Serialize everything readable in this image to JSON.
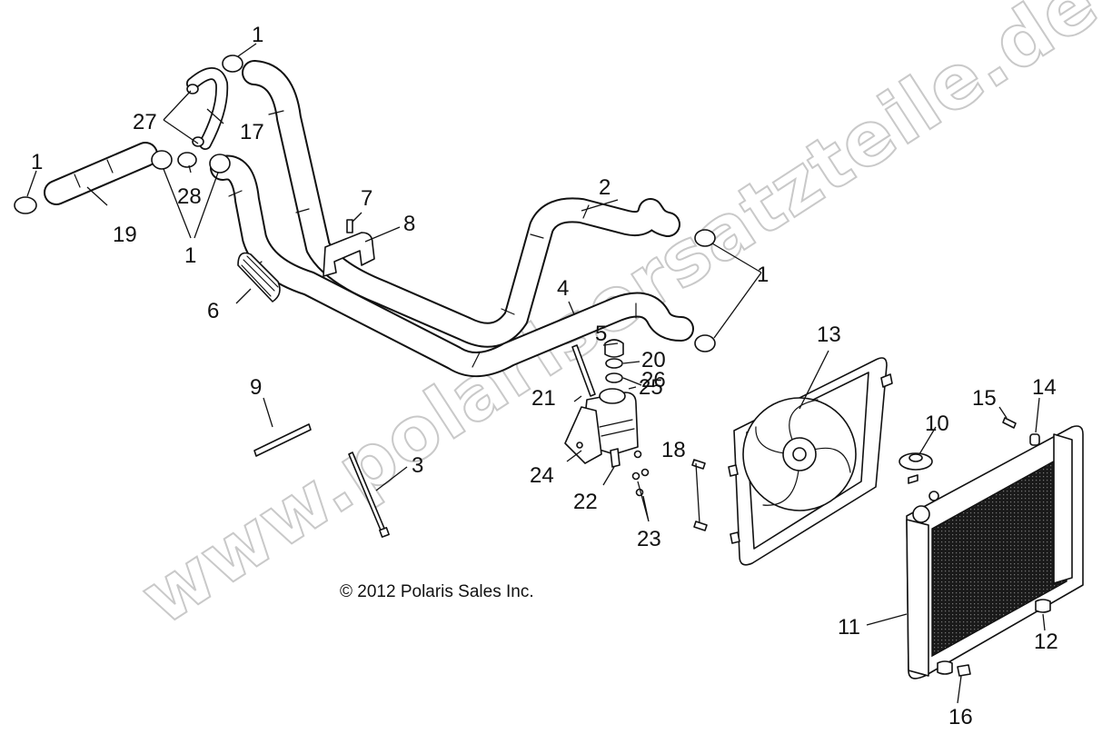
{
  "callouts": [
    {
      "id": "c1a",
      "text": "1"
    },
    {
      "id": "c1b",
      "text": "1"
    },
    {
      "id": "c1c",
      "text": "1"
    },
    {
      "id": "c1d",
      "text": "1"
    },
    {
      "id": "c2",
      "text": "2"
    },
    {
      "id": "c3",
      "text": "3"
    },
    {
      "id": "c4",
      "text": "4"
    },
    {
      "id": "c5",
      "text": "5"
    },
    {
      "id": "c6",
      "text": "6"
    },
    {
      "id": "c7",
      "text": "7"
    },
    {
      "id": "c8",
      "text": "8"
    },
    {
      "id": "c9",
      "text": "9"
    },
    {
      "id": "c10",
      "text": "10"
    },
    {
      "id": "c11",
      "text": "11"
    },
    {
      "id": "c12",
      "text": "12"
    },
    {
      "id": "c13",
      "text": "13"
    },
    {
      "id": "c14",
      "text": "14"
    },
    {
      "id": "c15",
      "text": "15"
    },
    {
      "id": "c16",
      "text": "16"
    },
    {
      "id": "c17",
      "text": "17"
    },
    {
      "id": "c18",
      "text": "18"
    },
    {
      "id": "c19",
      "text": "19"
    },
    {
      "id": "c20",
      "text": "20"
    },
    {
      "id": "c21",
      "text": "21"
    },
    {
      "id": "c22",
      "text": "22"
    },
    {
      "id": "c23",
      "text": "23"
    },
    {
      "id": "c24",
      "text": "24"
    },
    {
      "id": "c25",
      "text": "25"
    },
    {
      "id": "c26",
      "text": "26"
    },
    {
      "id": "c27",
      "text": "27"
    },
    {
      "id": "c28",
      "text": "28"
    }
  ],
  "copyright": "© 2012 Polaris Sales Inc.",
  "watermark": "www.polarisersatzteile.de",
  "colors": {
    "line": "#111111",
    "background": "#ffffff",
    "watermark": "#c9c9c9",
    "radiator_core": "#1a1a1a"
  }
}
